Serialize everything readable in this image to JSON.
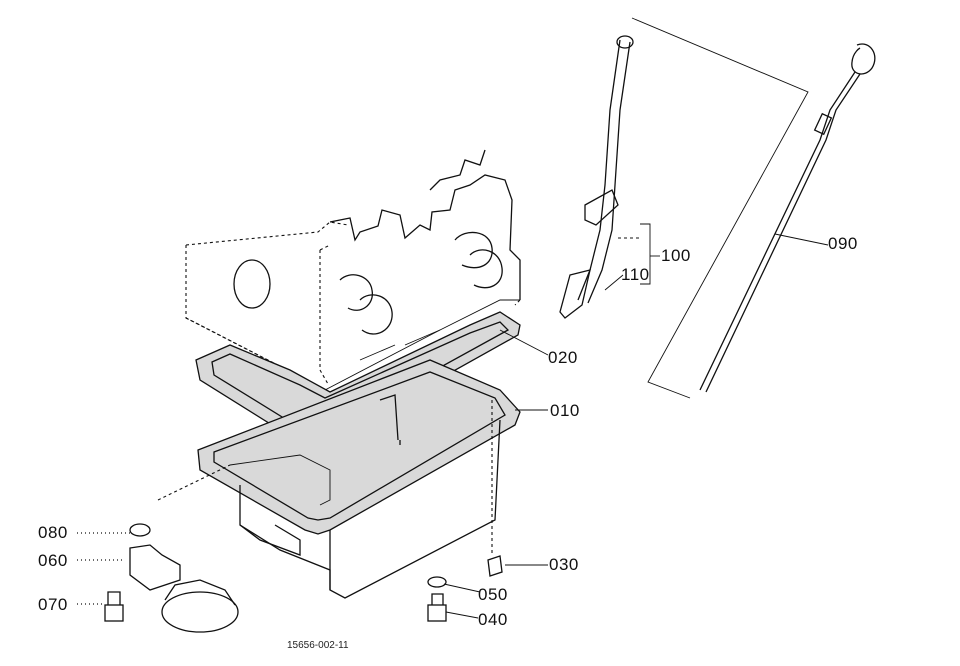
{
  "diagram": {
    "callouts": [
      {
        "id": "010",
        "label": "010"
      },
      {
        "id": "020",
        "label": "020"
      },
      {
        "id": "030",
        "label": "030"
      },
      {
        "id": "040",
        "label": "040"
      },
      {
        "id": "050",
        "label": "050"
      },
      {
        "id": "060",
        "label": "060"
      },
      {
        "id": "070",
        "label": "070"
      },
      {
        "id": "080",
        "label": "080"
      },
      {
        "id": "090",
        "label": "090"
      },
      {
        "id": "100",
        "label": "100"
      },
      {
        "id": "110",
        "label": "110"
      }
    ],
    "drawing_number": "15656-002-11"
  }
}
